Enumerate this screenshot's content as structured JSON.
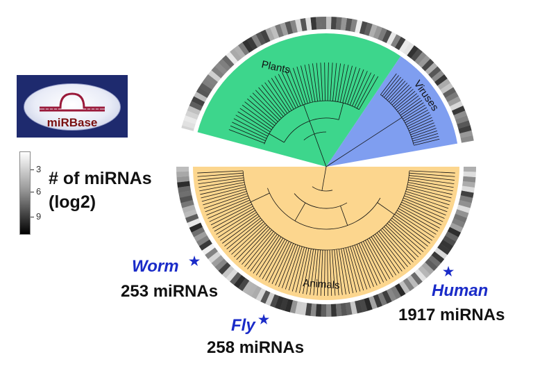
{
  "logo": {
    "text": "miRBase"
  },
  "legend": {
    "title_line1": "# of miRNAs",
    "title_line2": "(log2)",
    "ticks": [
      "3",
      "6",
      "9"
    ]
  },
  "clades": {
    "plants": "Plants",
    "viruses": "Viruses",
    "animals": "Animals"
  },
  "callouts": {
    "worm": {
      "name": "Worm",
      "count": "253 miRNAs"
    },
    "fly": {
      "name": "Fly",
      "count": "258 miRNAs"
    },
    "human": {
      "name": "Human",
      "count": "1917 miRNAs"
    },
    "star": "★"
  },
  "colors": {
    "plants": "#3dd68c",
    "viruses": "#7f9ef0",
    "animals": "#fcd68e",
    "highlight": "#1a2bc8"
  }
}
